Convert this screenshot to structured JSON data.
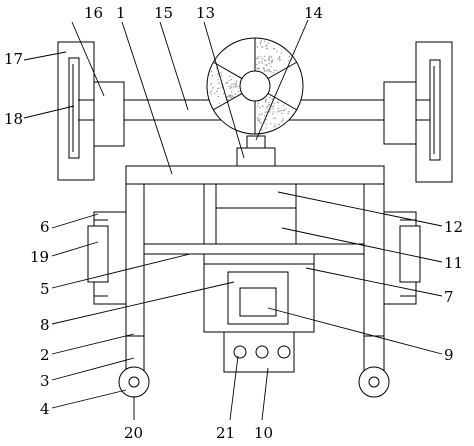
{
  "labels": {
    "n1": "1",
    "n2": "2",
    "n3": "3",
    "n4": "4",
    "n5": "5",
    "n6": "6",
    "n7": "7",
    "n8": "8",
    "n9": "9",
    "n10": "10",
    "n11": "11",
    "n12": "12",
    "n13": "13",
    "n14": "14",
    "n15": "15",
    "n16": "16",
    "n17": "17",
    "n18": "18",
    "n19": "19",
    "n20": "20",
    "n21": "21"
  },
  "colors": {
    "line": "#000000",
    "stipple": "#9a9a9a",
    "background": "#ffffff"
  }
}
